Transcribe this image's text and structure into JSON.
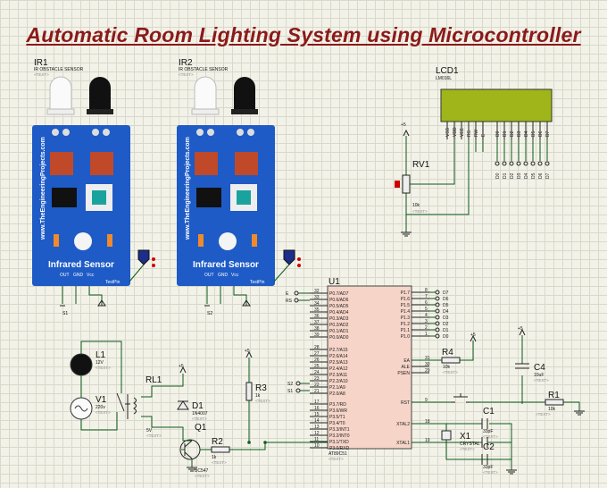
{
  "title": "Automatic Room Lighting System using Microcontroller",
  "ir1": {
    "ref": "IR1",
    "name": "IR OBSTACLE SENSOR",
    "text": "<TEXT>"
  },
  "ir2": {
    "ref": "IR2",
    "name": "IR OBSTACLE SENSOR",
    "text": "<TEXT>"
  },
  "board": {
    "site": "www.TheEngineeringProjects.com",
    "label": "Infrared Sensor",
    "pins": [
      "OUT",
      "GND",
      "Vcc"
    ],
    "testpin": "TestPin"
  },
  "lcd": {
    "ref": "LCD1",
    "model": "LM016L",
    "pins": [
      "VSS",
      "VDD",
      "VEE",
      "RS",
      "RW",
      "E",
      "D0",
      "D1",
      "D2",
      "D3",
      "D4",
      "D5",
      "D6",
      "D7"
    ]
  },
  "rv1": {
    "ref": "RV1",
    "value": "10k",
    "text": "<TEXT>"
  },
  "u1": {
    "ref": "U1",
    "model": "AT89C51",
    "text": "<TEXT>",
    "left_pins": [
      "P3.0/RXD",
      "P3.1/TXD",
      "P3.2/INT0",
      "P3.3/INT1",
      "P3.4/T0",
      "P3.5/T1",
      "P3.6/WR",
      "P3.7/RD",
      "",
      "P2.0/A8",
      "P2.1/A9",
      "P2.2/A10",
      "P2.3/A11",
      "P2.4/A12",
      "P2.5/A13",
      "P2.6/A14",
      "P2.7/A15",
      "",
      "P0.0/AD0",
      "P0.1/AD1",
      "P0.2/AD2",
      "P0.3/AD3",
      "P0.4/AD4",
      "P0.5/AD5",
      "P0.6/AD6",
      "P0.7/AD7"
    ],
    "right_pins": [
      "P1.0",
      "P1.1",
      "P1.2",
      "P1.3",
      "P1.4",
      "P1.5",
      "P1.6",
      "P1.7",
      "RST",
      "XTAL2",
      "XTAL1",
      "PSEN",
      "ALE",
      "EA"
    ]
  },
  "net_labels": {
    "d": [
      "D0",
      "D1",
      "D2",
      "D3",
      "D4",
      "D5",
      "D6",
      "D7"
    ],
    "e": "E",
    "rs": "RS",
    "s1": "S1",
    "s2": "S2"
  },
  "l1": {
    "ref": "L1",
    "value": "12V",
    "text": "<TEXT>"
  },
  "v1": {
    "ref": "V1",
    "value": "220v",
    "text": "<TEXT>"
  },
  "rl1": {
    "ref": "RL1",
    "value": "5V",
    "text": "<TEXT>"
  },
  "d1": {
    "ref": "D1",
    "value": "1N4007",
    "text": "<TEXT>"
  },
  "q1": {
    "ref": "Q1",
    "value": "BC547",
    "text": "<TEXT>"
  },
  "r1": {
    "ref": "R1",
    "value": "10k",
    "text": "<TEXT>"
  },
  "r2": {
    "ref": "R2",
    "value": "1k",
    "text": "<TEXT>"
  },
  "r3": {
    "ref": "R3",
    "value": "1k",
    "text": "<TEXT>"
  },
  "r4": {
    "ref": "R4",
    "value": "10k",
    "text": "<TEXT>"
  },
  "c1": {
    "ref": "C1",
    "value": "33pF",
    "text": "<TEXT>"
  },
  "c2": {
    "ref": "C2",
    "value": "33pF",
    "text": "<TEXT>"
  },
  "c4": {
    "ref": "C4",
    "value": "10uF",
    "text": "<TEXT>"
  },
  "x1": {
    "ref": "X1",
    "value": "CRYSTAL",
    "text": "<TEXT>"
  },
  "supply": "+5",
  "colors": {
    "title": "#8b1a1a",
    "wire": "#0a5a1a",
    "lcd_screen": "#9fb51a",
    "board": "#1e5bc6",
    "chip": "#f6d4c8"
  }
}
